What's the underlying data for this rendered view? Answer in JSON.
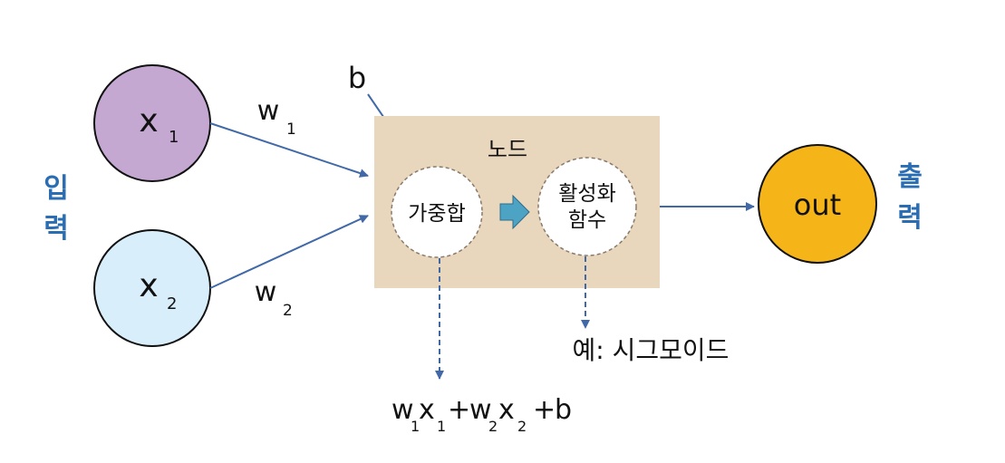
{
  "inputs": {
    "x1": "x",
    "x1_sub": "1",
    "x2": "x",
    "x2_sub": "2",
    "side_label_1": "입",
    "side_label_2": "력"
  },
  "weights": {
    "w1": "w",
    "w1_sub": "1",
    "w2": "w",
    "w2_sub": "2"
  },
  "bias": "b",
  "node": {
    "title": "노드",
    "weighted_sum": "가중합",
    "activation_line1": "활성화",
    "activation_line2": "함수"
  },
  "output": {
    "label": "out",
    "side_label_1": "출",
    "side_label_2": "력"
  },
  "formula": {
    "w": "w",
    "x": "x",
    "sub1": "1",
    "sub2": "2",
    "plus": "+",
    "b": "b"
  },
  "example": "예: 시그모이드",
  "colors": {
    "input1_fill": "#c4a8d1",
    "input2_fill": "#d8eefa",
    "node_box": "#e8d6bd",
    "output_fill": "#f5b417",
    "arrow": "#4169a8",
    "side_label": "#2a6db3",
    "inner_arrow": "#4da3c4"
  }
}
